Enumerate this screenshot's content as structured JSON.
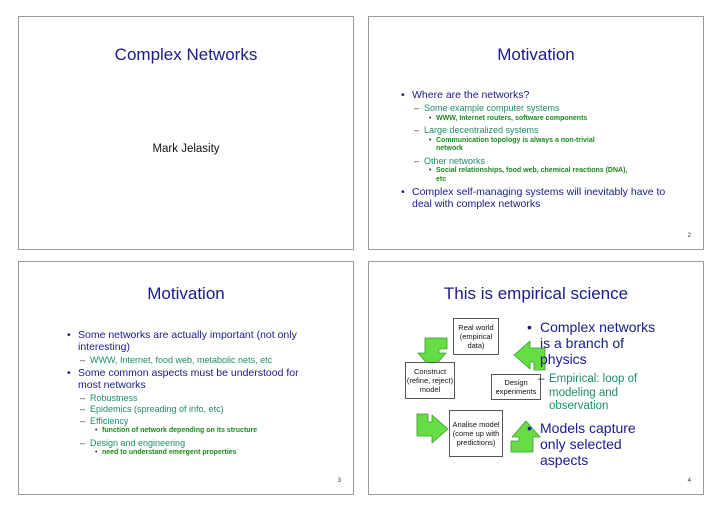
{
  "slide1": {
    "title": "Complex Networks",
    "author": "Mark Jelasity"
  },
  "slide2": {
    "title": "Motivation",
    "page": "2",
    "bullet1": "Where are the networks?",
    "sub1": "Some example computer systems",
    "sub1_detail": "WWW, Internet routers, software components",
    "sub2": "Large decentralized systems",
    "sub2_detail": "Communication topology is always a non-trivial network",
    "sub3": "Other networks",
    "sub3_detail": "Social relationships, food web, chemical reactions (DNA), etc",
    "bullet2": "Complex self-managing systems will inevitably have to deal with complex networks"
  },
  "slide3": {
    "title": "Motivation",
    "page": "3",
    "bullet1": "Some networks are actually important (not only interesting)",
    "sub1": "WWW, Internet, food web, metabolic nets, etc",
    "bullet2": "Some common aspects must be understood for most networks",
    "sub2": "Robustness",
    "sub3": "Epidemics (spreading of info, etc)",
    "sub4": "Efficiency",
    "sub4_detail": "function of network depending on its structure",
    "sub5": "Design and engineering",
    "sub5_detail": "need to understand emergent properties"
  },
  "slide4": {
    "title": "This is empirical science",
    "page": "4",
    "box_real": "Real world (empirical data)",
    "box_construct": "Construct (refine, reject) model",
    "box_design": "Design experiments",
    "box_analise": "Analise model (come up with predictions)",
    "bullet1": "Complex networks is a branch of physics",
    "sub1": "Empirical: loop of modeling and observation",
    "bullet2": "Models capture only selected aspects"
  },
  "colors": {
    "title": "#1a1a8c",
    "teal": "#1e8c6e",
    "green": "#1b8a1b",
    "arrow": "#66dd44"
  }
}
